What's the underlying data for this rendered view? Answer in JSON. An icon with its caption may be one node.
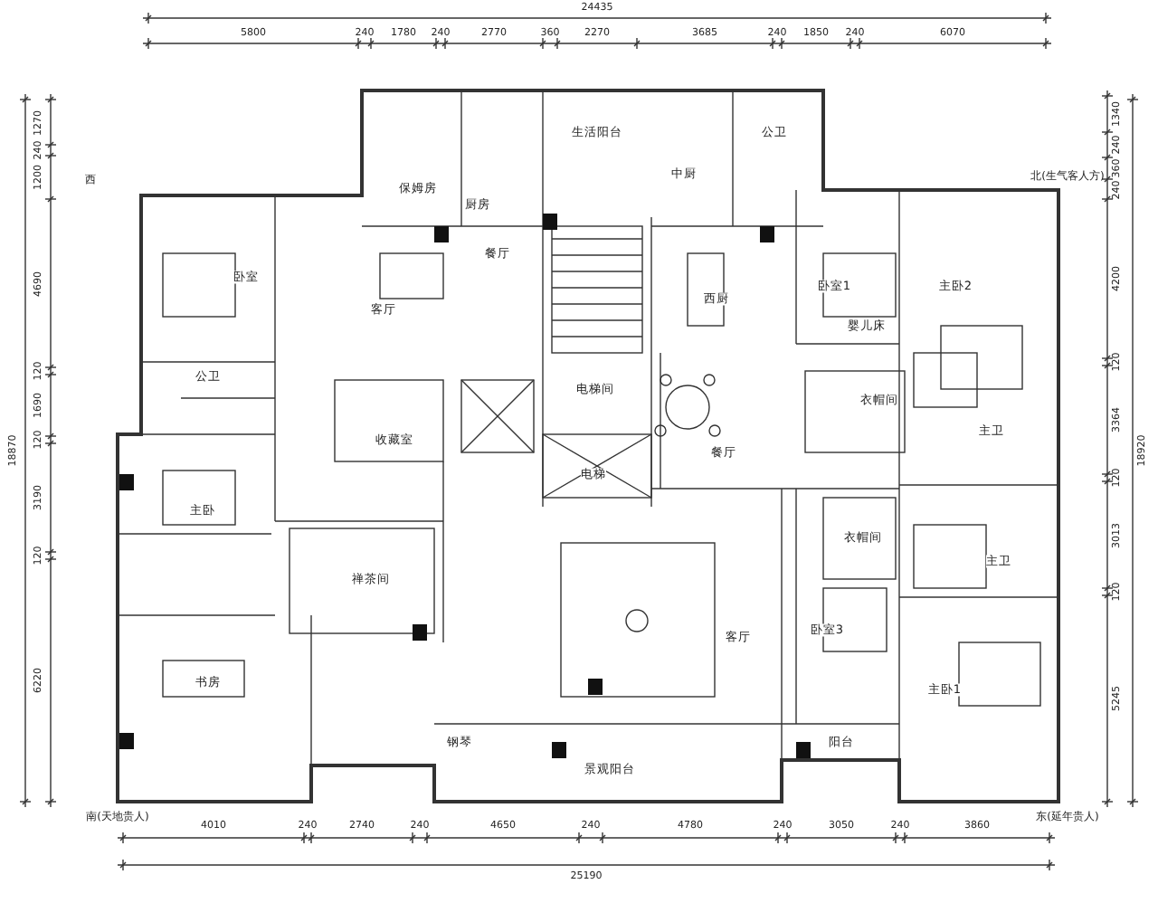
{
  "diagram": {
    "labels": [
      "24435",
      "5800",
      "240",
      "1780",
      "240",
      "2770",
      "360",
      "2270",
      "3685",
      "240",
      "1850",
      "240",
      "6070",
      "1270",
      "240",
      "1200",
      "4690",
      "120",
      "1690",
      "120",
      "3190",
      "120",
      "6220",
      "18870",
      "1340",
      "240",
      "360",
      "240",
      "4200",
      "120",
      "3364",
      "120",
      "3013",
      "120",
      "5245",
      "18920",
      "西",
      "北(生气客人方)",
      "保姆房",
      "生活阳台",
      "中厨",
      "公卫",
      "厨房",
      "餐厅",
      "卧室",
      "卧室1",
      "主卧2",
      "西厨",
      "客厅",
      "婴儿床",
      "公卫",
      "电梯间",
      "衣帽间",
      "餐厅",
      "主卫",
      "收藏室",
      "电梯",
      "主卧",
      "衣帽间",
      "主卫",
      "禅茶间",
      "卧室3",
      "客厅",
      "书房",
      "主卧1",
      "钢琴",
      "阳台",
      "景观阳台",
      "南(天地贵人)",
      "东(延年贵人)",
      "4010",
      "240",
      "2740",
      "240",
      "4650",
      "240",
      "4780",
      "240",
      "3050",
      "240",
      "3860",
      "25190"
    ]
  }
}
